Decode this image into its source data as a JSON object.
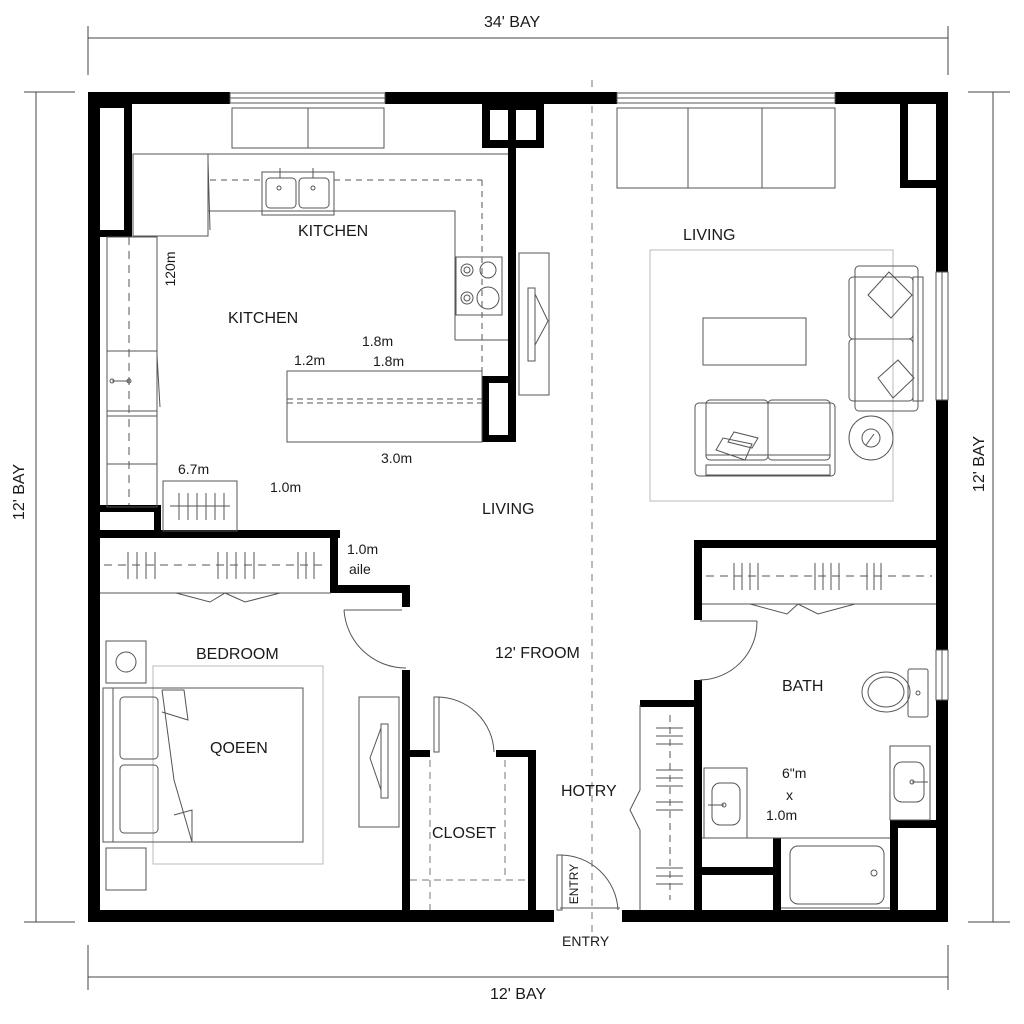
{
  "dimensions": {
    "top": "34' BAY",
    "bottom": "12' BAY",
    "left": "12' BAY",
    "right": "12' BAY"
  },
  "rooms": {
    "kitchen_upper": "KITCHEN",
    "kitchen_lower": "KITCHEN",
    "living_upper": "LIVING",
    "living_center": "LIVING",
    "bedroom": "BEDROOM",
    "bed": "QOEEN",
    "closet": "CLOSET",
    "bath": "BATH",
    "hallway": "HOTRY",
    "front_room": "12' FROOM",
    "entry_door": "ENTRY",
    "entry_below": "ENTRY"
  },
  "measurements": {
    "kitchen_vertical": "120m",
    "island_top_1": "1.8m",
    "island_top_2": "1.8m",
    "island_left": "1.2m",
    "island_bottom": "3.0m",
    "radiator": "6.7m",
    "walkway": "1.0m",
    "aisle_width": "1.0m",
    "aisle_label": "aile",
    "bath_w": "6\"m",
    "bath_x": "x",
    "bath_h": "1.0m"
  },
  "colors": {
    "wall": "#000000",
    "line": "#444444",
    "fixture": "#555555",
    "rug": "#bbbbbb",
    "dashed": "#777777",
    "background": "#ffffff"
  }
}
